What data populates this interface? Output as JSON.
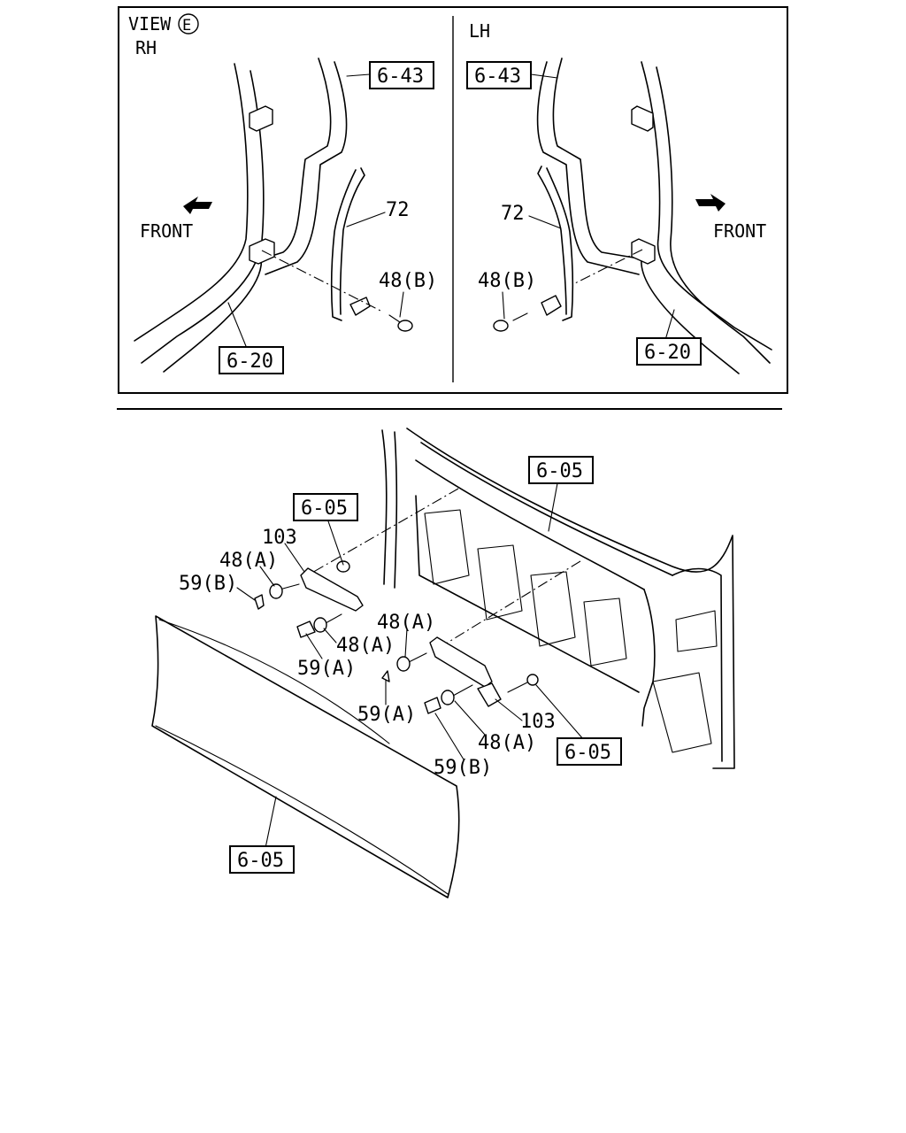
{
  "view": {
    "title": "VIEW",
    "marker": "E"
  },
  "rh": {
    "side": "RH",
    "front": "FRONT",
    "ref_top": "6-43",
    "ref_bottom": "6-20",
    "part_pipe": "72",
    "part_bolt": "48(B)"
  },
  "lh": {
    "side": "LH",
    "front": "FRONT",
    "ref_top": "6-43",
    "ref_bottom": "6-20",
    "part_pipe": "72",
    "part_bolt": "48(B)"
  },
  "lower": {
    "ref_panel_top": "6-05",
    "ref_bracket_left": "6-05",
    "ref_bracket_right": "6-05",
    "ref_grille": "6-05",
    "bracket_left": "103",
    "bracket_right": "103",
    "bolt_a_1": "48(A)",
    "bolt_a_2": "48(A)",
    "bolt_a_3": "48(A)",
    "bolt_a_4": "48(A)",
    "clip_b_1": "59(B)",
    "clip_b_2": "59(B)",
    "clip_a_1": "59(A)",
    "clip_a_2": "59(A)"
  }
}
